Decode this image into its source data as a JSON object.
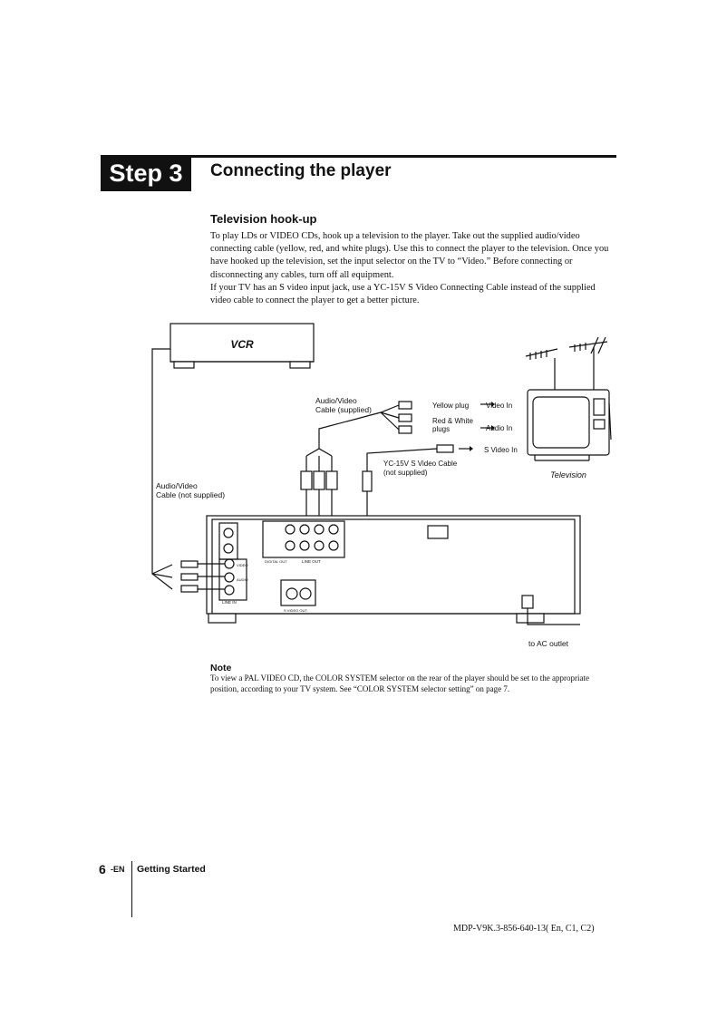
{
  "header": {
    "step_label": "Step 3",
    "title": "Connecting the player"
  },
  "section": {
    "heading": "Television hook-up",
    "paragraph_1": "To play LDs or VIDEO CDs, hook up a television to the player.  Take out the supplied audio/video connecting cable (yellow, red, and white plugs).  Use this to connect the player to the television. Once you have hooked up the television, set the input selector on the TV to “Video.” Before connecting or disconnecting any cables, turn off all equipment.",
    "paragraph_2": "If your TV has an S video input jack, use a YC-15V S Video Connecting Cable instead of the supplied video cable to connect the player to get a better picture."
  },
  "diagram": {
    "vcr_label": "VCR",
    "tv_label": "Television",
    "av_cable_supplied": [
      "Audio/Video",
      "Cable (supplied)"
    ],
    "av_cable_not_supplied": [
      "Audio/Video",
      "Cable (not supplied)"
    ],
    "yellow_plug": "Yellow plug",
    "video_in": "Video In",
    "red_white_plugs": [
      "Red & White",
      "plugs"
    ],
    "audio_in": "Audio In",
    "s_video_in": "S Video In",
    "s_video_cable": [
      "YC-15V S Video Cable",
      "(not supplied)"
    ],
    "ac_outlet": "to AC outlet",
    "panel_labels": {
      "line_out": "LINE OUT",
      "line_in": "LINE IN",
      "digital_out": "DIGITAL OUT",
      "video": "VIDEO",
      "audio": "AUDIO",
      "s_video_out": "S VIDEO OUT"
    }
  },
  "note": {
    "heading": "Note",
    "text": "To view a PAL VIDEO CD, the COLOR SYSTEM selector on the rear of the player should be set to the appropriate position, according to your TV system.  See “COLOR SYSTEM selector setting” on page 7."
  },
  "footer": {
    "page_number": "6",
    "page_suffix": "-EN",
    "section_name": "Getting Started",
    "model_code": "MDP-V9K.3-856-640-13( En, C1, C2)"
  }
}
